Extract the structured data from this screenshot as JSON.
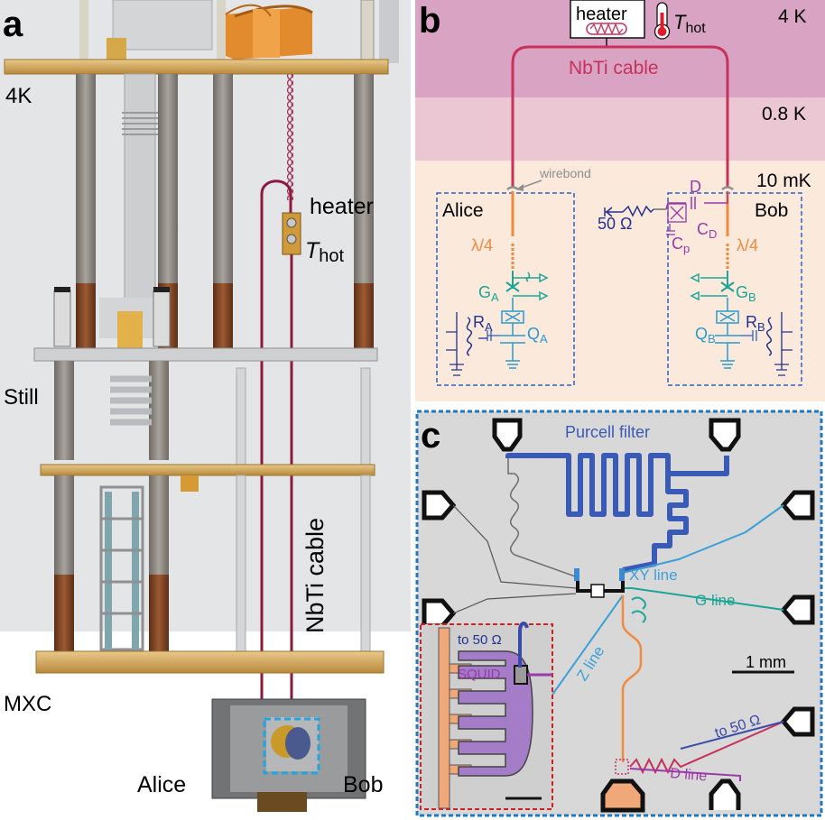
{
  "panel_a": {
    "letter": "a",
    "stages": [
      "4K",
      "Still",
      "MXC"
    ],
    "labels": {
      "heater": "heater",
      "t_hot_main": "T",
      "t_hot_sub": "hot",
      "cable": "NbTi cable",
      "alice": "Alice",
      "bob": "Bob"
    }
  },
  "panel_b": {
    "letter": "b",
    "temps": [
      "4 K",
      "0.8 K",
      "10 mK"
    ],
    "heater": "heater",
    "t_hot_main": "T",
    "t_hot_sub": "hot",
    "cable": "NbTi cable",
    "wirebond": "wirebond",
    "alice": "Alice",
    "bob": "Bob",
    "lambda_a": "λ/4",
    "lambda_b": "λ/4",
    "res50": "50 Ω",
    "D": "D",
    "C_D_main": "C",
    "C_D_sub": "D",
    "C_p_main": "C",
    "C_p_sub": "p",
    "G_A_main": "G",
    "G_A_sub": "A",
    "G_B_main": "G",
    "G_B_sub": "B",
    "R_A_main": "R",
    "R_A_sub": "A",
    "R_B_main": "R",
    "R_B_sub": "B",
    "Q_A_main": "Q",
    "Q_A_sub": "A",
    "Q_B_main": "Q",
    "Q_B_sub": "B"
  },
  "panel_c": {
    "letter": "c",
    "purcell": "Purcell filter",
    "xy": "XY line",
    "g": "G line",
    "z": "Z line",
    "scale": "1 mm",
    "to50": "to 50 Ω",
    "d": "D line",
    "inset_to50": "to 50 Ω",
    "squid": "SQUID"
  },
  "colors": {
    "cable": "#c8325a",
    "orange": "#f08a3c",
    "teal": "#1aa596",
    "blue": "#2a60c8",
    "navy": "#24328f",
    "purple": "#9a3aa8",
    "band4k": "#d9a3c4",
    "band08": "#ebc6d3",
    "band10": "#fbe9dc"
  }
}
